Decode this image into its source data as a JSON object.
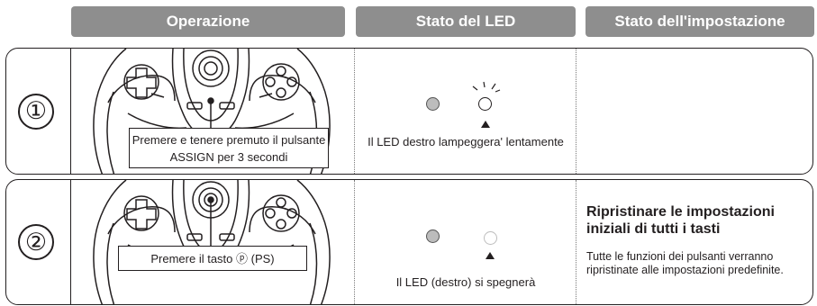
{
  "headers": {
    "operation": "Operazione",
    "led_state": "Stato del LED",
    "setting_state": "Stato dell'impostazione"
  },
  "rows": [
    {
      "number": "①",
      "operation_text": "Premere e tenere premuto il pulsante ASSIGN per 3 secondi",
      "left_led": "off",
      "right_led": "blinking",
      "led_text": "Il LED destro lampeggera' lentamente",
      "setting_title": "",
      "setting_desc": ""
    },
    {
      "number": "②",
      "operation_text": "Premere il tasto ⓟ (PS)",
      "left_led": "off",
      "right_led": "unlit",
      "led_text": "Il LED (destro) si spegnerà",
      "setting_title": "Ripristinare le impostazioni iniziali di tutti i tasti",
      "setting_desc": "Tutte le funzioni dei pulsanti verranno ripristinate alle impostazioni predefinite."
    }
  ]
}
